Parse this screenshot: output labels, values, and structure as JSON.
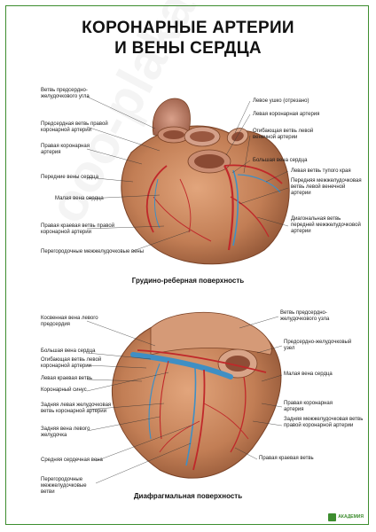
{
  "title": {
    "line1": "КОРОНАРНЫЕ АРТЕРИИ",
    "line2": "И ВЕНЫ СЕРДЦА"
  },
  "top_view": {
    "caption": "Грудино-реберная поверхность",
    "labels_left": [
      "Ветвь предсердно-желудочкового угла",
      "Предсердная ветвь правой коронарной артерии",
      "Правая коронарная артерия",
      "Передние вены сердца",
      "Малая вена сердца",
      "Правая краевая ветвь правой коронарной артерии",
      "Перегородочные межжелудочковые вены"
    ],
    "labels_right": [
      "Левое ушко (отрезано)",
      "Левая коронарная артерия",
      "Огибающая ветвь левой венечной артерии",
      "Большая вена сердца",
      "Левая ветвь тупого края",
      "Передняя межжелудочковая ветвь левой венечной артерии",
      "Диагональная ветвь передней межжелудочковой артерии"
    ]
  },
  "bottom_view": {
    "caption": "Диафрагмальная поверхность",
    "labels_left": [
      "Косвенная вена левого предсердия",
      "Большая вена сердца",
      "Огибающая ветвь левой коронарной артерии",
      "Левая краевая ветвь",
      "Коронарный синус",
      "Задняя левая желудочковая ветвь коронарной артерии",
      "Задняя вена левого желудочка",
      "Средняя сердечная вена",
      "Перегородочные межжелудочковые ветви"
    ],
    "labels_right": [
      "Ветвь предсердно-желудочкового узла",
      "Предсердно-желудочковый узел",
      "Малая вена сердца",
      "Правая коронарная артерия",
      "Задняя межжелудочковая ветвь правой коронарной артерии",
      "Правая краевая ветвь"
    ]
  },
  "logo": {
    "text": "АКАДЕМИЯ"
  },
  "colors": {
    "border": "#3d8d2f",
    "heart": "#c9875f",
    "artery": "#c0282a",
    "vein": "#3f8fc4"
  }
}
